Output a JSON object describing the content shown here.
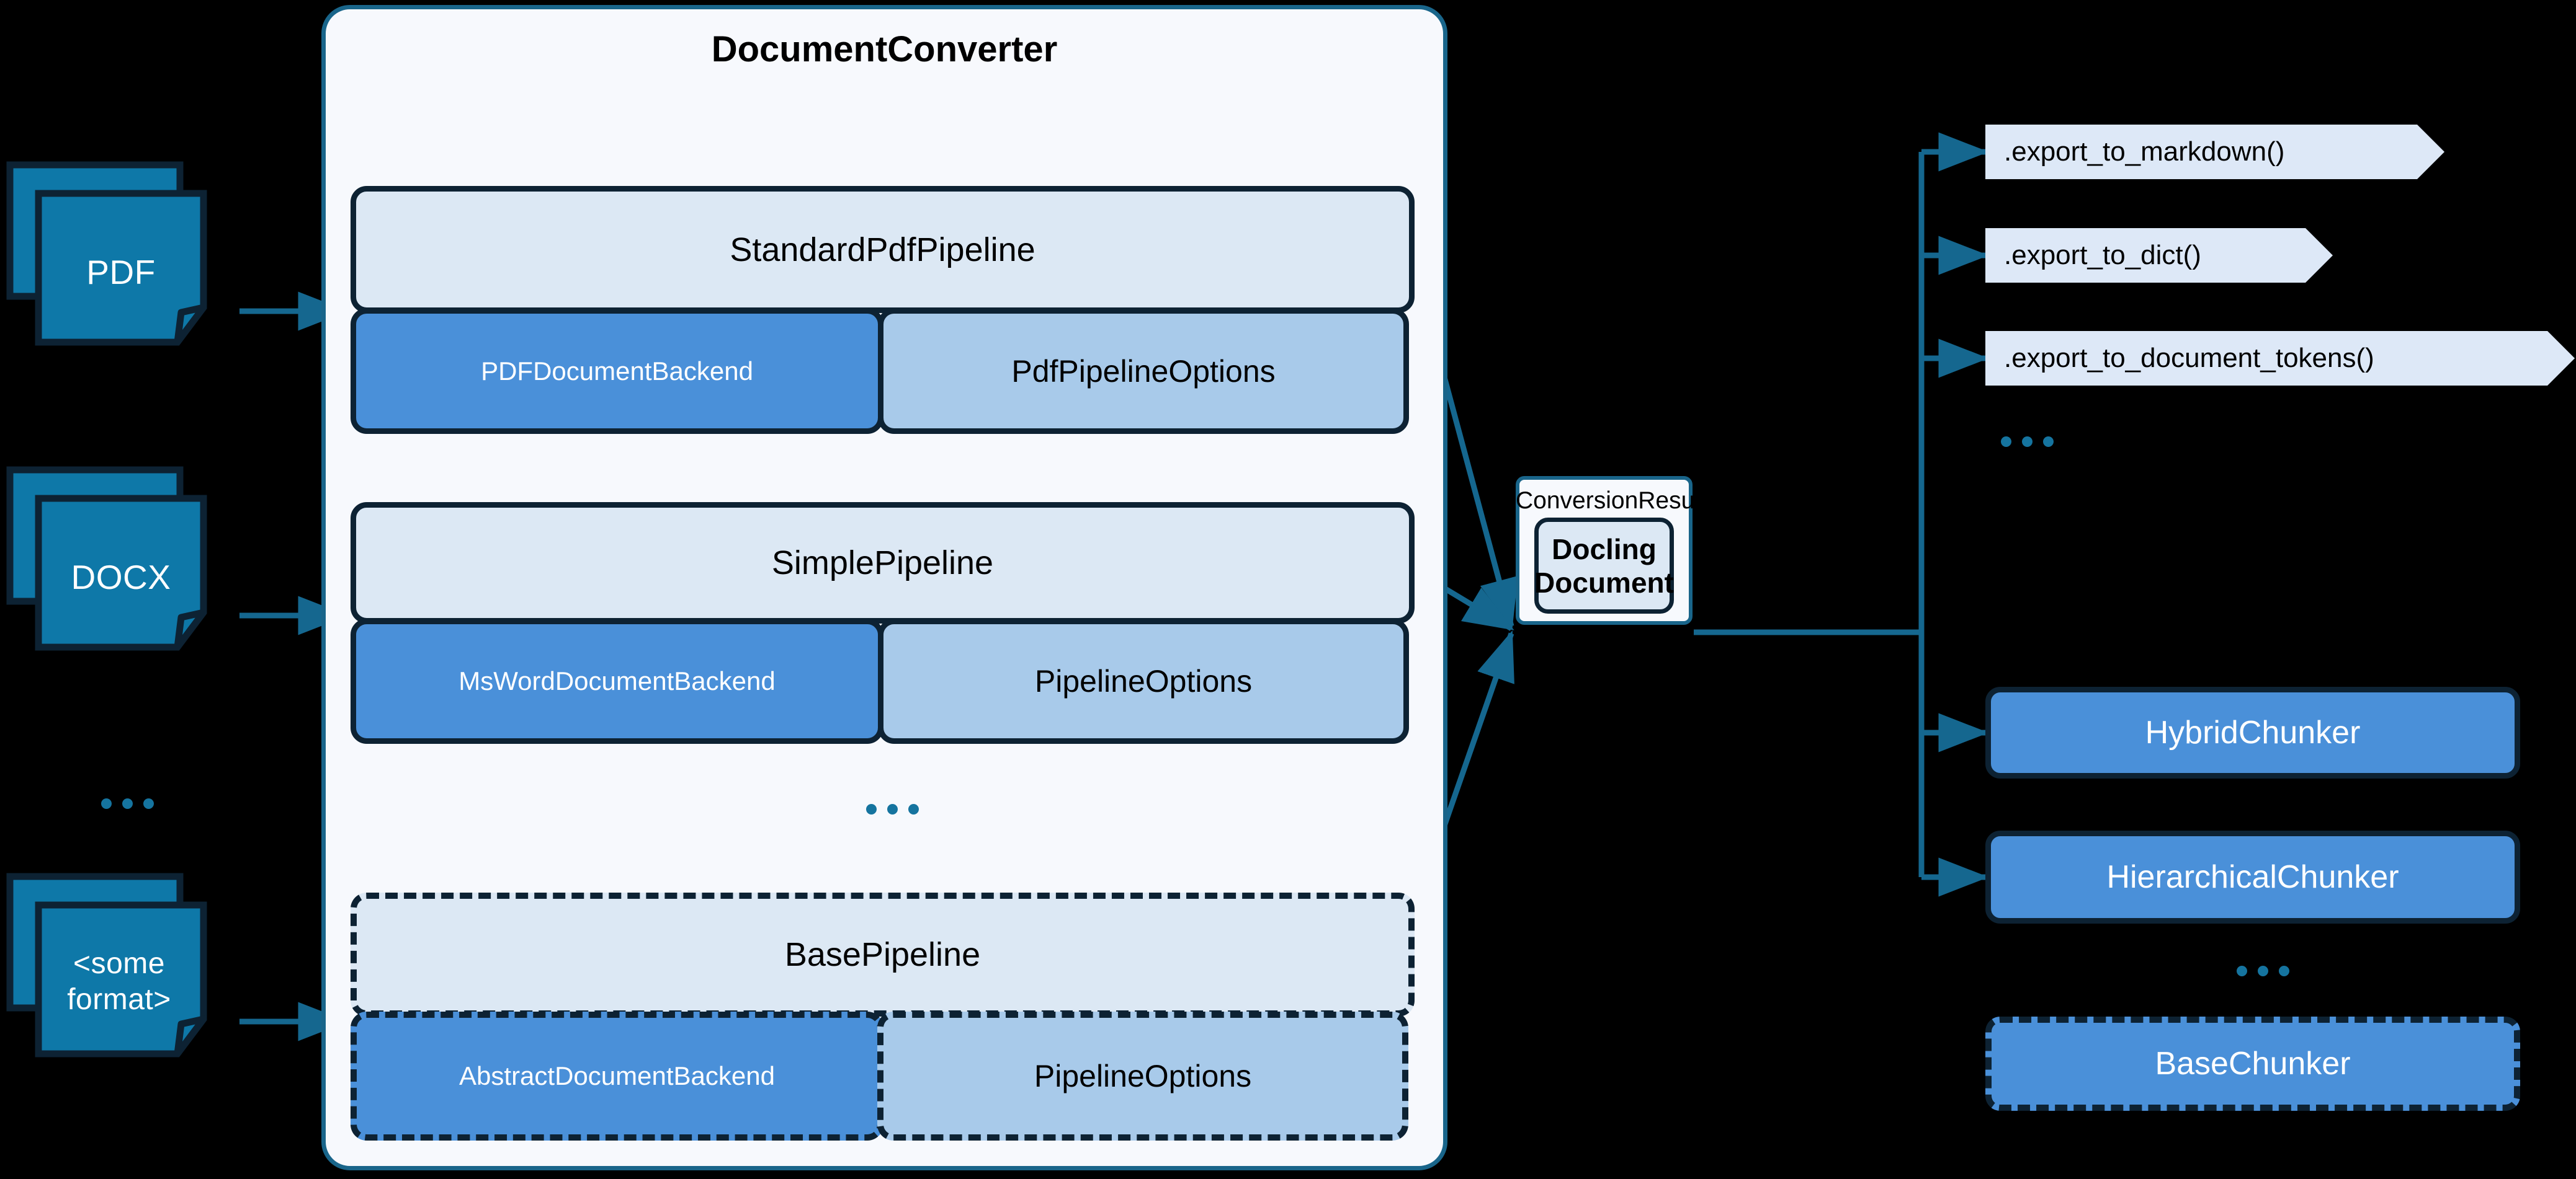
{
  "diagram": {
    "title": "Docling DocumentConverter architecture",
    "background": "#000000",
    "colors": {
      "source_doc_fill": "#0e78a8",
      "source_doc_stroke": "#0d2233",
      "converter_fill": "#f7f9fd",
      "converter_stroke": "#19658a",
      "pipeline_head_fill": "#dce8f4",
      "backend_fill": "#4a90d9",
      "options_fill": "#a8caea",
      "export_chip_fill": "#dde8f7",
      "edge_stroke": "#15678f",
      "dots": "#15749f",
      "box_stroke": "#0d2233"
    }
  },
  "sources": {
    "items": [
      {
        "label": "PDF",
        "icon": "document-stack-icon"
      },
      {
        "label": "DOCX",
        "icon": "document-stack-icon"
      },
      {
        "label": "<some\nformat>",
        "icon": "document-stack-icon"
      }
    ],
    "ellipsis": "..."
  },
  "converter": {
    "title": "DocumentConverter",
    "ellipsis": "...",
    "pipelines": [
      {
        "name": "StandardPdfPipeline",
        "style": "solid",
        "backend": "PDFDocumentBackend",
        "options": "PdfPipelineOptions"
      },
      {
        "name": "SimplePipeline",
        "style": "solid",
        "backend": "MsWordDocumentBackend",
        "options": "PipelineOptions"
      },
      {
        "name": "BasePipeline",
        "style": "dashed",
        "backend": "AbstractDocumentBackend",
        "options": "PipelineOptions"
      }
    ]
  },
  "result": {
    "label": "ConversionResult",
    "document": "Docling\nDocument"
  },
  "exports": {
    "items": [
      {
        "label": ".export_to_markdown()"
      },
      {
        "label": ".export_to_dict()"
      },
      {
        "label": ".export_to_document_tokens()"
      }
    ],
    "ellipsis": "..."
  },
  "chunkers": {
    "items": [
      {
        "label": "HybridChunker",
        "style": "solid"
      },
      {
        "label": "HierarchicalChunker",
        "style": "solid"
      },
      {
        "label": "BaseChunker",
        "style": "dashed"
      }
    ],
    "ellipsis": "..."
  }
}
